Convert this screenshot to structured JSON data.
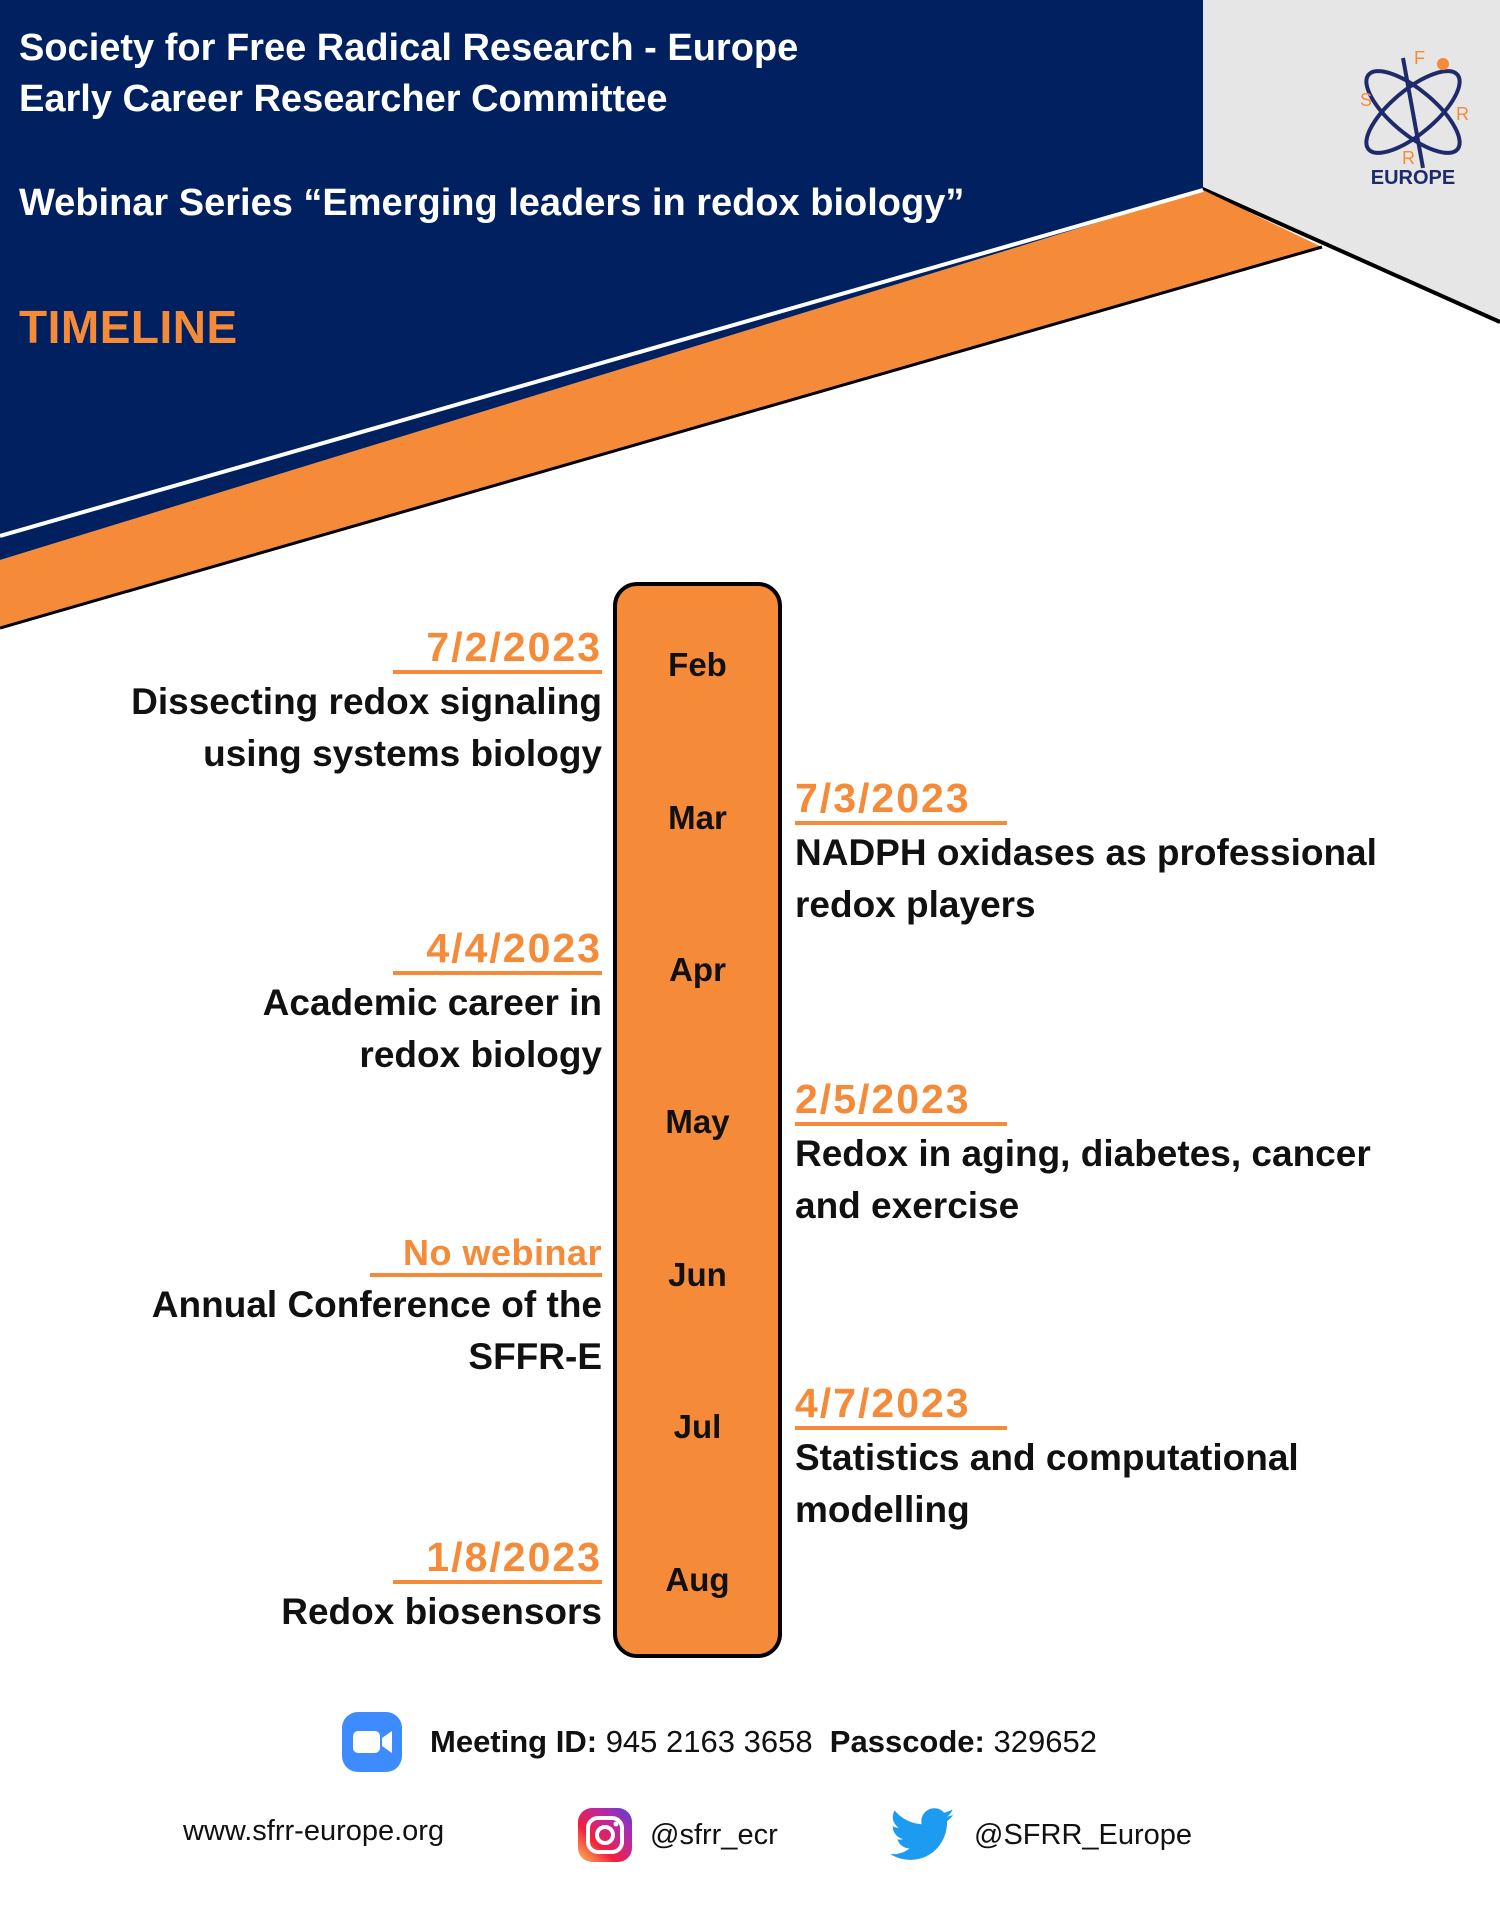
{
  "header": {
    "line1": "Society for Free Radical Research - Europe",
    "line2": "Early Career Researcher Committee",
    "line3": "Webinar Series “Emerging leaders in redox biology”",
    "section_title": "TIMELINE"
  },
  "logo": {
    "letters": [
      "S",
      "F",
      "R",
      "R"
    ],
    "caption": "EUROPE"
  },
  "months": [
    "Feb",
    "Mar",
    "Apr",
    "May",
    "Jun",
    "Jul",
    "Aug"
  ],
  "events": [
    {
      "date": "7/2/2023",
      "title": [
        "Dissecting redox signaling",
        "using systems biology"
      ]
    },
    {
      "date": "7/3/2023",
      "title": [
        "NADPH oxidases as professional",
        "redox players"
      ]
    },
    {
      "date": "4/4/2023",
      "title": [
        "Academic career in",
        "redox biology"
      ]
    },
    {
      "date": "2/5/2023",
      "title": [
        "Redox in aging, diabetes, cancer",
        "and exercise"
      ]
    },
    {
      "date": "No webinar",
      "title": [
        "Annual Conference of the",
        "SFFR-E"
      ]
    },
    {
      "date": "4/7/2023",
      "title": [
        "Statistics and computational",
        "modelling"
      ]
    },
    {
      "date": "1/8/2023",
      "title": [
        "Redox biosensors"
      ]
    }
  ],
  "meeting": {
    "id_label": "Meeting ID:",
    "id_value": "945 2163 3658",
    "pass_label": "Passcode:",
    "pass_value": "329652"
  },
  "footer": {
    "website": "www.sfrr-europe.org",
    "instagram": "@sfrr_ecr",
    "twitter": "@SFRR_Europe"
  },
  "colors": {
    "navy": "#002060",
    "orange": "#F58A39",
    "grey": "#E6E6E6"
  },
  "icons": [
    "zoom-icon",
    "instagram-icon",
    "twitter-icon"
  ]
}
